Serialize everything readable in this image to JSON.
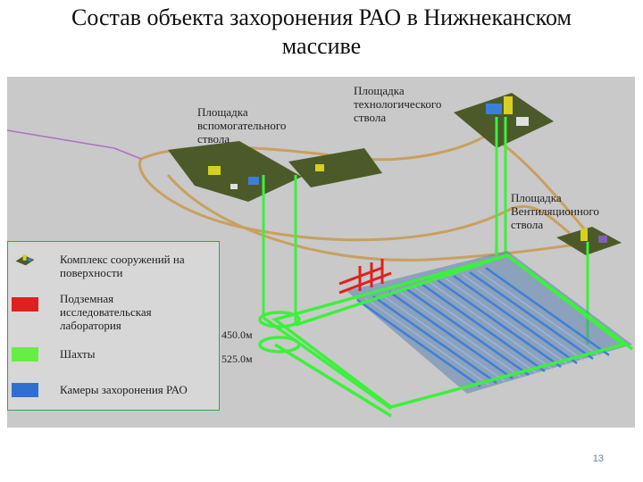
{
  "title": {
    "line1": "Состав объекта захоронения РАО в Нижнеканском",
    "line2": "массиве"
  },
  "site_labels": {
    "auxiliary_shaft": [
      "Площадка",
      "вспомогательного",
      "ствола"
    ],
    "technological_shaft": [
      "Площадка",
      "технологического",
      "ствола"
    ],
    "ventilation_shaft": [
      "Площадка",
      "Вентиляционного",
      "ствола"
    ]
  },
  "legend": {
    "items": [
      {
        "lines": [
          "Комплекс сооружений на",
          "поверхности"
        ],
        "color": "#8b8b3a"
      },
      {
        "lines": [
          "Подземная",
          "исследовательская",
          "лаборатория"
        ],
        "color": "#e02020"
      },
      {
        "lines": [
          "Шахты"
        ],
        "color": "#66ee44"
      },
      {
        "lines": [
          "Камеры захоронения РАО"
        ],
        "color": "#2f6fd0"
      }
    ]
  },
  "depths": {
    "level1": "450.0м",
    "level2": "525.0м"
  },
  "page_number": "13",
  "colors": {
    "shafts": "#3df03d",
    "chambers": "#3d7fd8",
    "lab": "#e02020",
    "roads": "#c8a060",
    "background": "#c9c9c9"
  }
}
